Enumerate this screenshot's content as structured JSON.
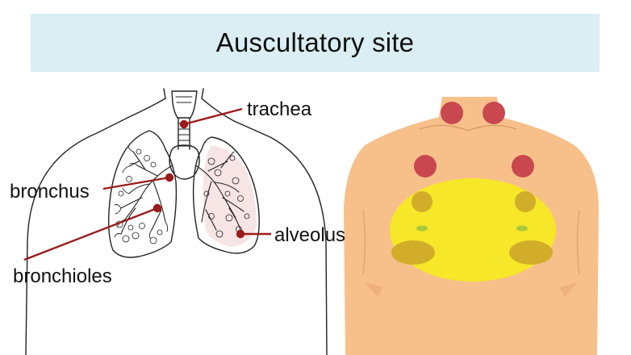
{
  "title": "Auscultatory site",
  "labels": {
    "trachea": "trachea",
    "bronchus": "bronchus",
    "bronchioles": "bronchioles",
    "alveolus": "alveolus"
  },
  "colors": {
    "title_background": "#daeef3",
    "pointer": "#9b1b1b",
    "skin": "#f7c08a",
    "site_marker": "#c9474f",
    "lung_field": "#f5ea1f",
    "lung_field_marker": "#d2ad2a",
    "nipple": "#a9c83d"
  }
}
